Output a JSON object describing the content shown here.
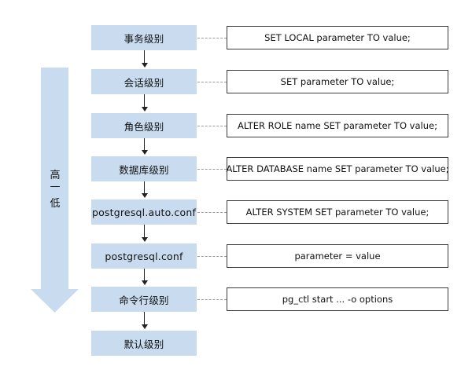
{
  "priority": {
    "high": "高",
    "dash": "—",
    "low": "低"
  },
  "levels": [
    {
      "label": "事务级别",
      "command": "SET LOCAL parameter TO value;"
    },
    {
      "label": "会话级别",
      "command": "SET parameter TO value;"
    },
    {
      "label": "角色级别",
      "command": "ALTER ROLE name SET parameter TO value;"
    },
    {
      "label": "数据库级别",
      "command": "ALTER DATABASE name SET parameter TO value;"
    },
    {
      "label": "postgresql.auto.conf",
      "command": "ALTER SYSTEM SET parameter TO value;"
    },
    {
      "label": "postgresql.conf",
      "command": "parameter = value"
    },
    {
      "label": "命令行级别",
      "command": "pg_ctl start ... -o options"
    },
    {
      "label": "默认级别"
    }
  ],
  "colors": {
    "level_fill": "#c9dcef",
    "arrow_fill": "#c9dcef",
    "border": "#3a3a3a"
  }
}
